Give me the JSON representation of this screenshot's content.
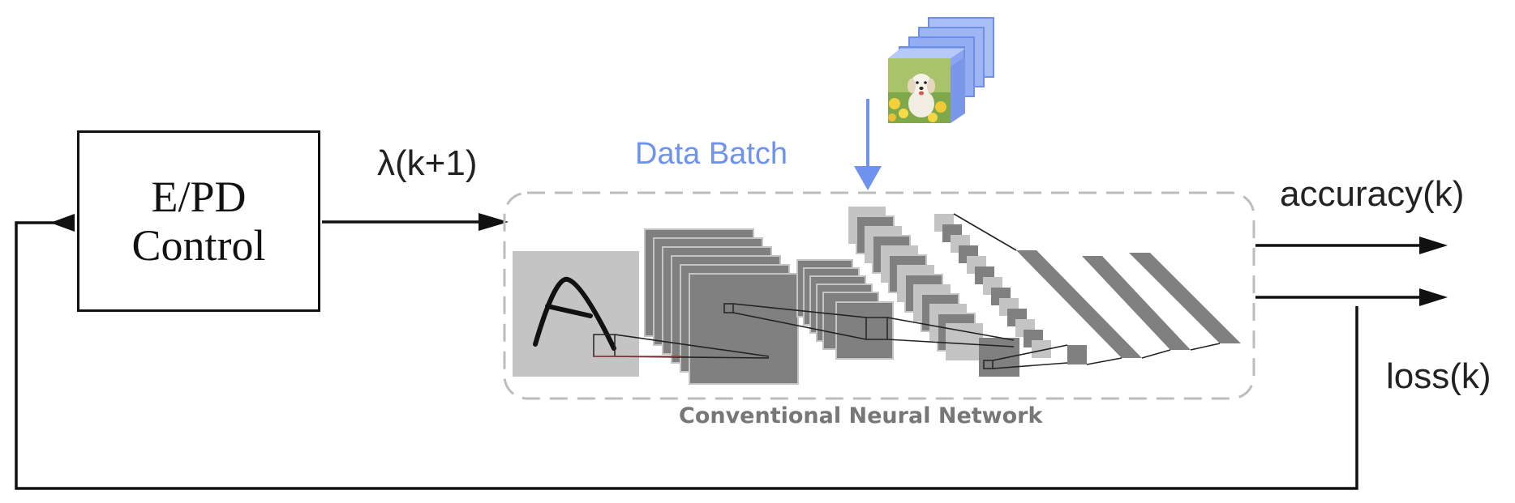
{
  "controller": {
    "line1": "E/PD",
    "line2": "Control"
  },
  "signals": {
    "lambda": "λ(k+1)",
    "data_batch": "Data Batch",
    "accuracy": "accuracy(k)",
    "loss": "loss(k)"
  },
  "network": {
    "caption": "Conventional Neural Network"
  },
  "colors": {
    "line": "#111111",
    "data_arrow": "#6e93ee",
    "batch_cards": "#8aa6f2",
    "dashed_border": "#bdbdbd",
    "layer_dark": "#808080",
    "layer_light": "#c4c4c4",
    "caption": "#777777"
  },
  "icons": {
    "batch_image": "dog-photo-icon",
    "input_glyph": "letter-a-icon"
  }
}
